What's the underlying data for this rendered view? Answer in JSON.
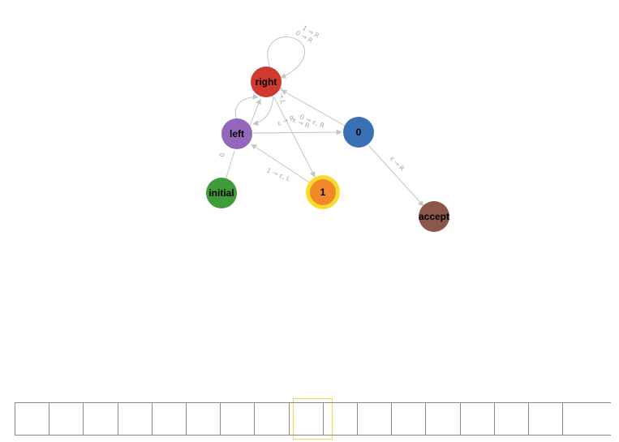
{
  "states": [
    {
      "id": "right",
      "label": "right",
      "color": "#d03a2e"
    },
    {
      "id": "left",
      "label": "left",
      "color": "#9467bd"
    },
    {
      "id": "zero",
      "label": "0",
      "color": "#3a71b5"
    },
    {
      "id": "initial",
      "label": "initial",
      "color": "#3f9c39"
    },
    {
      "id": "one",
      "label": "1",
      "color": "#f3882a",
      "current": true,
      "highlight": "#f7dc2b"
    },
    {
      "id": "accept",
      "label": "accept",
      "color": "#8c564b"
    }
  ],
  "transitions": [
    {
      "from": "right",
      "to": "right",
      "labels": [
        "1 → R",
        "0 → R"
      ]
    },
    {
      "from": "right",
      "to": "left",
      "labels": [
        "ε → L"
      ]
    },
    {
      "from": "left",
      "to": "right",
      "labels": [
        "ε → R"
      ]
    },
    {
      "from": "left",
      "to": "zero",
      "labels": [
        "0 → ε, R"
      ]
    },
    {
      "from": "zero",
      "to": "right",
      "labels": [
        "ε → R"
      ]
    },
    {
      "from": "right",
      "to": "one",
      "labels": [
        "1 → ε, L"
      ]
    },
    {
      "from": "one",
      "to": "left",
      "labels": [
        "1 → ε, L"
      ]
    },
    {
      "from": "initial",
      "to": "left",
      "labels": [
        "0"
      ]
    },
    {
      "from": "zero",
      "to": "accept",
      "labels": [
        "ε → R"
      ]
    }
  ],
  "tape": {
    "cells": [
      "",
      "",
      "",
      "",
      "",
      "",
      "",
      "",
      "",
      "",
      "",
      "",
      "",
      "",
      "",
      "",
      ""
    ],
    "head_index": 8,
    "head_color": "#f1d64a"
  }
}
